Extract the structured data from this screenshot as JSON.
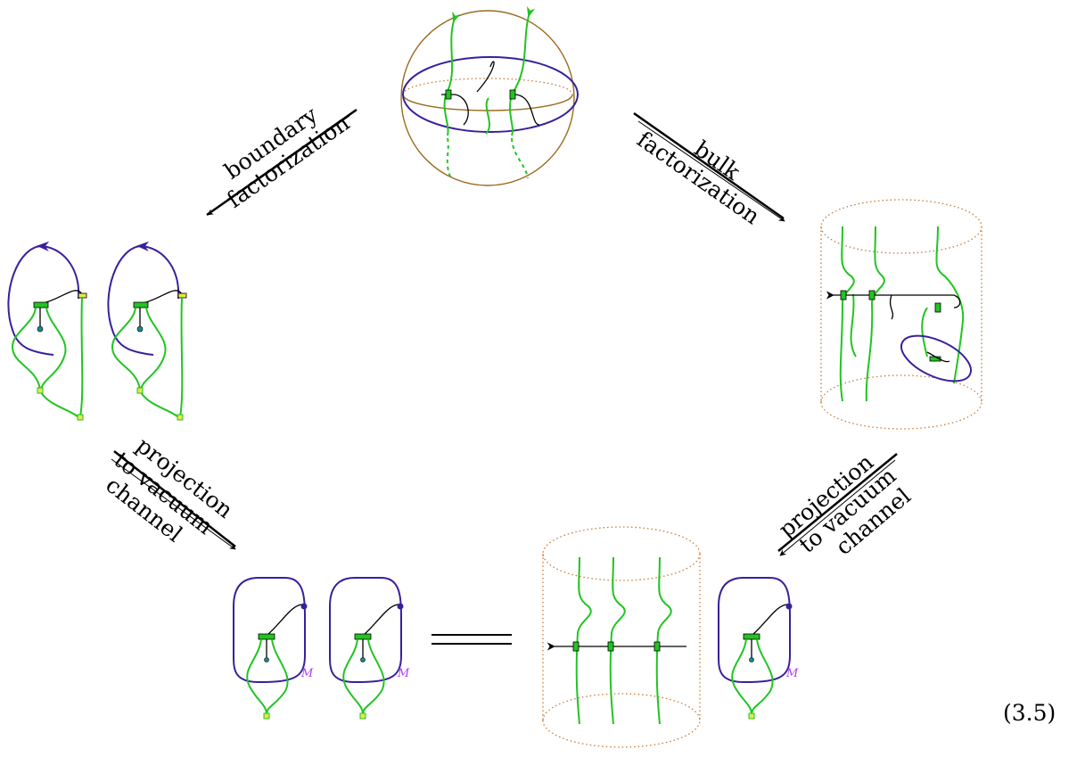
{
  "arrows": {
    "boundary_factorization": {
      "line1": "boundary",
      "line2": "factorization"
    },
    "bulk_factorization": {
      "line1": "bulk",
      "line2": "factorization"
    },
    "projection_left": {
      "line1": "projection",
      "line2": "to vacuum",
      "line3": "channel"
    },
    "projection_right": {
      "line1": "projection",
      "line2": "to vacuum",
      "line3": "channel"
    }
  },
  "labels": {
    "m1": "M",
    "m2": "M",
    "m3": "M"
  },
  "equation_number": "(3.5)",
  "colors": {
    "green": "#22c422",
    "blue": "#3a1f9c",
    "brown": "#9a6b1e",
    "orange": "#c87a35",
    "magenta": "#b03ee8"
  }
}
